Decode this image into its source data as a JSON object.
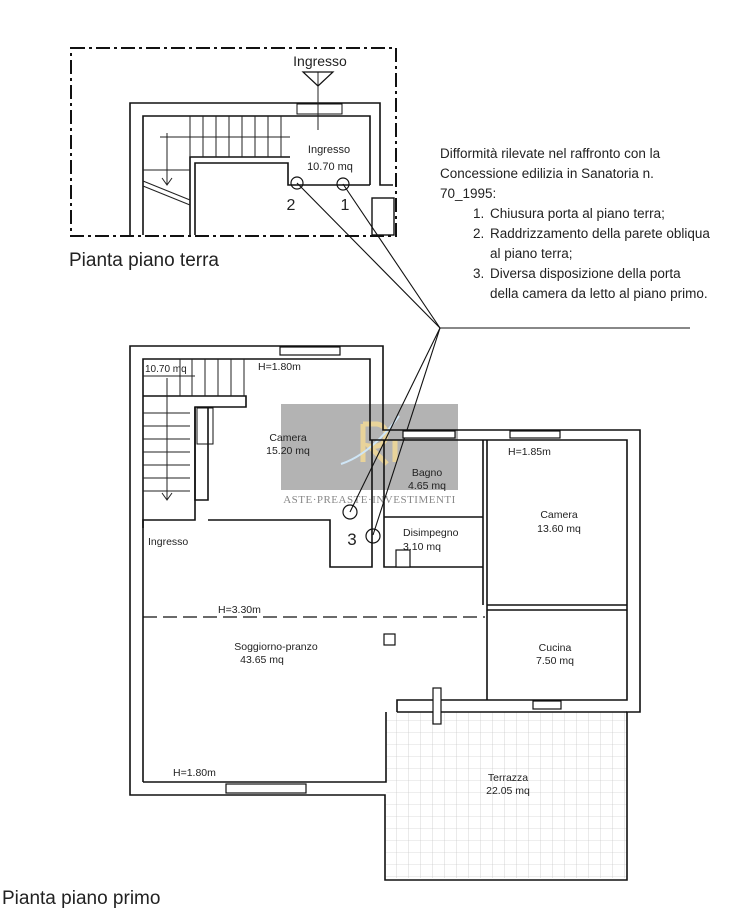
{
  "ground_floor": {
    "title": "Pianta piano terra",
    "entrance_label": "Ingresso",
    "room_name": "Ingresso",
    "room_area": "10.70 mq",
    "markers": [
      "1",
      "2"
    ]
  },
  "first_floor": {
    "title": "Pianta piano primo",
    "marker": "3",
    "rooms": [
      {
        "name": "",
        "area": "10.70 mq"
      },
      {
        "name": "Camera",
        "area": "15.20 mq"
      },
      {
        "name": "Bagno",
        "area": "4.65 mq"
      },
      {
        "name": "Camera",
        "area": "13.60 mq"
      },
      {
        "name": "Disimpegno",
        "area": "3.10 mq"
      },
      {
        "name": "Soggiorno-pranzo",
        "area": "43.65 mq"
      },
      {
        "name": "Cucina",
        "area": "7.50 mq"
      },
      {
        "name": "Terrazza",
        "area": "22.05 mq"
      }
    ],
    "labels": {
      "ingresso": "Ingresso",
      "h_camera": "H=1.80m",
      "h_camera2": "H=1.85m",
      "h_soggiorno": "H=3.30m",
      "h_soggiorno_low": "H=1.80m"
    }
  },
  "notes": {
    "intro": "Difformità rilevate nel raffronto con la Concessione edilizia in Sanatoria n. 70_1995:",
    "items": [
      "Chiusura porta al piano terra;",
      "Raddrizzamento della parete obliqua al piano terra;",
      "Diversa disposizione della porta della camera da letto al piano primo."
    ]
  },
  "watermark": {
    "text": "ASTE·PREASTE·INVESTIMENTI",
    "logo": "RI"
  }
}
